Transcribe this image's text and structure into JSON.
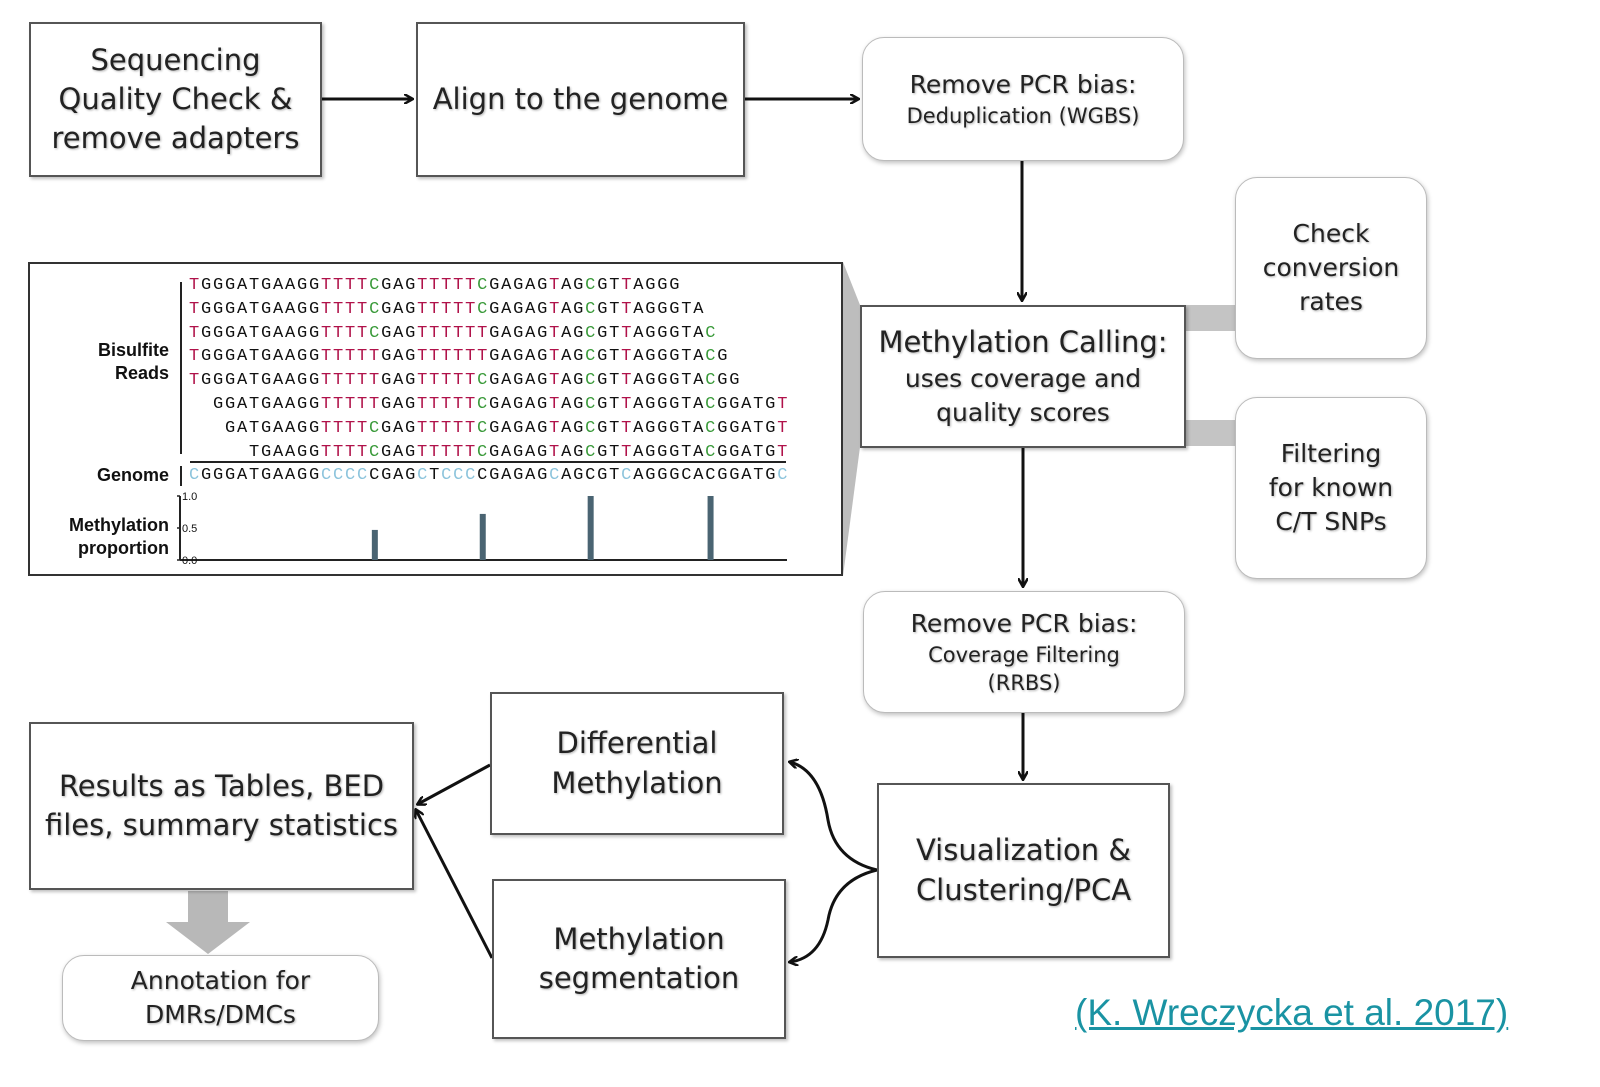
{
  "steps": {
    "qc": [
      "Sequencing",
      "Quality Check &",
      "remove adapters"
    ],
    "align": "Align to the genome",
    "dedup": {
      "title": "Remove PCR bias:",
      "sub": "Deduplication (WGBS)"
    },
    "conversion": [
      "Check",
      "conversion",
      "rates"
    ],
    "snps": [
      "Filtering",
      "for known",
      "C/T SNPs"
    ],
    "calling": [
      "Methylation Calling:",
      "uses coverage and",
      "quality scores"
    ],
    "coverage": {
      "title": "Remove PCR bias:",
      "sub1": "Coverage Filtering",
      "sub2": "(RRBS)"
    },
    "visualization": [
      "Visualization &",
      "Clustering/PCA"
    ],
    "differential": [
      "Differential",
      "Methylation"
    ],
    "segmentation": [
      "Methylation",
      "segmentation"
    ],
    "results": [
      "Results as Tables, BED",
      "files, summary statistics"
    ],
    "annotation": [
      "Annotation for",
      "DMRs/DMCs"
    ]
  },
  "panel": {
    "reads_label": [
      "Bisulfite",
      "Reads"
    ],
    "genome_label": "Genome",
    "proportion_label": [
      "Methylation",
      "proportion"
    ],
    "colors": {
      "r": "#b0124a",
      "g": "#3a9a3a",
      "b": "#8cc4dc",
      "k": "#111111",
      "bar": "#4a6472"
    },
    "reads": [
      {
        "offset": 0,
        "segments": [
          [
            "T",
            "r"
          ],
          [
            "GGGATGAAGG",
            "k"
          ],
          [
            "TTTT",
            "r"
          ],
          [
            "C",
            "g"
          ],
          [
            "GAG",
            "k"
          ],
          [
            "TTTTT",
            "r"
          ],
          [
            "C",
            "g"
          ],
          [
            "GAGAG",
            "k"
          ],
          [
            "T",
            "r"
          ],
          [
            "AG",
            "k"
          ],
          [
            "C",
            "g"
          ],
          [
            "GT",
            "k"
          ],
          [
            "T",
            "r"
          ],
          [
            "AGGG",
            "k"
          ]
        ]
      },
      {
        "offset": 0,
        "segments": [
          [
            "T",
            "r"
          ],
          [
            "GGGATGAAGG",
            "k"
          ],
          [
            "TTTT",
            "r"
          ],
          [
            "C",
            "g"
          ],
          [
            "GAG",
            "k"
          ],
          [
            "TTTTT",
            "r"
          ],
          [
            "C",
            "g"
          ],
          [
            "GAGAG",
            "k"
          ],
          [
            "T",
            "r"
          ],
          [
            "AG",
            "k"
          ],
          [
            "C",
            "g"
          ],
          [
            "GT",
            "k"
          ],
          [
            "T",
            "r"
          ],
          [
            "AGGGTA",
            "k"
          ]
        ]
      },
      {
        "offset": 0,
        "segments": [
          [
            "T",
            "r"
          ],
          [
            "GGGATGAAGG",
            "k"
          ],
          [
            "TTTT",
            "r"
          ],
          [
            "C",
            "g"
          ],
          [
            "GAG",
            "k"
          ],
          [
            "TTTTTT",
            "r"
          ],
          [
            "GAGAG",
            "k"
          ],
          [
            "T",
            "r"
          ],
          [
            "AG",
            "k"
          ],
          [
            "C",
            "g"
          ],
          [
            "GT",
            "k"
          ],
          [
            "T",
            "r"
          ],
          [
            "AGGGTA",
            "k"
          ],
          [
            "C",
            "g"
          ]
        ]
      },
      {
        "offset": 0,
        "segments": [
          [
            "T",
            "r"
          ],
          [
            "GGGATGAAGG",
            "k"
          ],
          [
            "TTTTT",
            "r"
          ],
          [
            "GAG",
            "k"
          ],
          [
            "TTTTTT",
            "r"
          ],
          [
            "GAGAG",
            "k"
          ],
          [
            "T",
            "r"
          ],
          [
            "AG",
            "k"
          ],
          [
            "C",
            "g"
          ],
          [
            "GT",
            "k"
          ],
          [
            "T",
            "r"
          ],
          [
            "AGGGTA",
            "k"
          ],
          [
            "C",
            "g"
          ],
          [
            "G",
            "k"
          ]
        ]
      },
      {
        "offset": 0,
        "segments": [
          [
            "T",
            "r"
          ],
          [
            "GGGATGAAGG",
            "k"
          ],
          [
            "TTTTT",
            "r"
          ],
          [
            "GAG",
            "k"
          ],
          [
            "TTTTT",
            "r"
          ],
          [
            "C",
            "g"
          ],
          [
            "GAGAG",
            "k"
          ],
          [
            "T",
            "r"
          ],
          [
            "AG",
            "k"
          ],
          [
            "C",
            "g"
          ],
          [
            "GT",
            "k"
          ],
          [
            "T",
            "r"
          ],
          [
            "AGGGTA",
            "k"
          ],
          [
            "C",
            "g"
          ],
          [
            "GG",
            "k"
          ]
        ]
      },
      {
        "offset": 2,
        "segments": [
          [
            "GGATGAAGG",
            "k"
          ],
          [
            "TTTTT",
            "r"
          ],
          [
            "GAG",
            "k"
          ],
          [
            "TTTTT",
            "r"
          ],
          [
            "C",
            "g"
          ],
          [
            "GAGAG",
            "k"
          ],
          [
            "T",
            "r"
          ],
          [
            "AG",
            "k"
          ],
          [
            "C",
            "g"
          ],
          [
            "GT",
            "k"
          ],
          [
            "T",
            "r"
          ],
          [
            "AGGGTA",
            "k"
          ],
          [
            "C",
            "g"
          ],
          [
            "GGATG",
            "k"
          ],
          [
            "T",
            "r"
          ]
        ]
      },
      {
        "offset": 3,
        "segments": [
          [
            "GATGAAGG",
            "k"
          ],
          [
            "TTTT",
            "r"
          ],
          [
            "C",
            "g"
          ],
          [
            "GAG",
            "k"
          ],
          [
            "TTTTT",
            "r"
          ],
          [
            "C",
            "g"
          ],
          [
            "GAGAG",
            "k"
          ],
          [
            "T",
            "r"
          ],
          [
            "AG",
            "k"
          ],
          [
            "C",
            "g"
          ],
          [
            "GT",
            "k"
          ],
          [
            "T",
            "r"
          ],
          [
            "AGGGTA",
            "k"
          ],
          [
            "C",
            "g"
          ],
          [
            "GGATG",
            "k"
          ],
          [
            "T",
            "r"
          ]
        ]
      },
      {
        "offset": 5,
        "segments": [
          [
            "TGAAGG",
            "k"
          ],
          [
            "TTTT",
            "r"
          ],
          [
            "C",
            "g"
          ],
          [
            "GAG",
            "k"
          ],
          [
            "TTTTT",
            "r"
          ],
          [
            "C",
            "g"
          ],
          [
            "GAGAG",
            "k"
          ],
          [
            "T",
            "r"
          ],
          [
            "AG",
            "k"
          ],
          [
            "C",
            "g"
          ],
          [
            "GT",
            "k"
          ],
          [
            "T",
            "r"
          ],
          [
            "AGGGTA",
            "k"
          ],
          [
            "C",
            "g"
          ],
          [
            "GGATG",
            "k"
          ],
          [
            "T",
            "r"
          ]
        ]
      }
    ],
    "genome": [
      [
        "C",
        "b"
      ],
      [
        "GGGATGAAGG",
        "k"
      ],
      [
        "CCCC",
        "b"
      ],
      [
        "CGAG",
        "k"
      ],
      [
        "C",
        "b"
      ],
      [
        "T",
        "k"
      ],
      [
        "CCC",
        "b"
      ],
      [
        "CGAGAG",
        "k"
      ],
      [
        "C",
        "b"
      ],
      [
        "AGCGT",
        "k"
      ],
      [
        "C",
        "b"
      ],
      [
        "AGGGCACGGATG",
        "k"
      ],
      [
        "C",
        "b"
      ]
    ],
    "axis_ticks": [
      "1.0",
      "0.5",
      "0.0"
    ],
    "bars": [
      {
        "position": 15,
        "value": 0.47
      },
      {
        "position": 24,
        "value": 0.72
      },
      {
        "position": 33,
        "value": 1.0
      },
      {
        "position": 43,
        "value": 1.0
      }
    ]
  },
  "citation": "(K. Wreczycka et al. 2017)"
}
